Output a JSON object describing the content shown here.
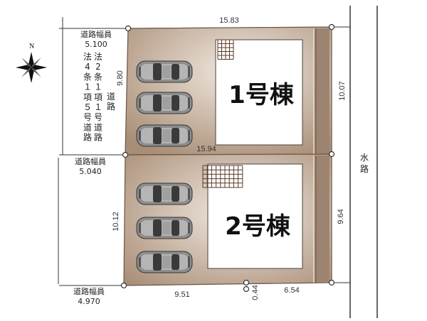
{
  "compass": {
    "north_label": "N"
  },
  "road_widths": {
    "label": "道路幅員",
    "north_value": "5.100",
    "middle_value": "5.040",
    "south_value": "4.970"
  },
  "legal_road": {
    "column_1": [
      "法",
      "4",
      "条",
      "１",
      "項",
      "５",
      "号",
      "道",
      "路"
    ],
    "column_2": [
      "法",
      "2",
      "条",
      "１",
      "項",
      "１",
      "号",
      "道",
      "路"
    ],
    "column_3": [
      "道",
      "路"
    ]
  },
  "waterway": {
    "chars": [
      "水",
      "路"
    ]
  },
  "dimensions": {
    "top": "15.83",
    "middle": "15.94",
    "bottom_left": "9.51",
    "bottom_gap": "0.44",
    "bottom_right": "6.54",
    "left_lot1": "9.80",
    "left_lot2": "10.12",
    "right_lot1": "10.07",
    "right_lot2": "9.64"
  },
  "buildings": {
    "lot1": "1号棟",
    "lot2": "2号棟"
  },
  "colors": {
    "lot_fill": "#a98e77",
    "lot_light": "#f2e9e0",
    "lot_edge": "#6b5444",
    "strip": "#9c8470",
    "car_body": "#8e8e8e",
    "car_glass": "#3a3a3a",
    "grid_stroke": "#5b3a2a"
  }
}
